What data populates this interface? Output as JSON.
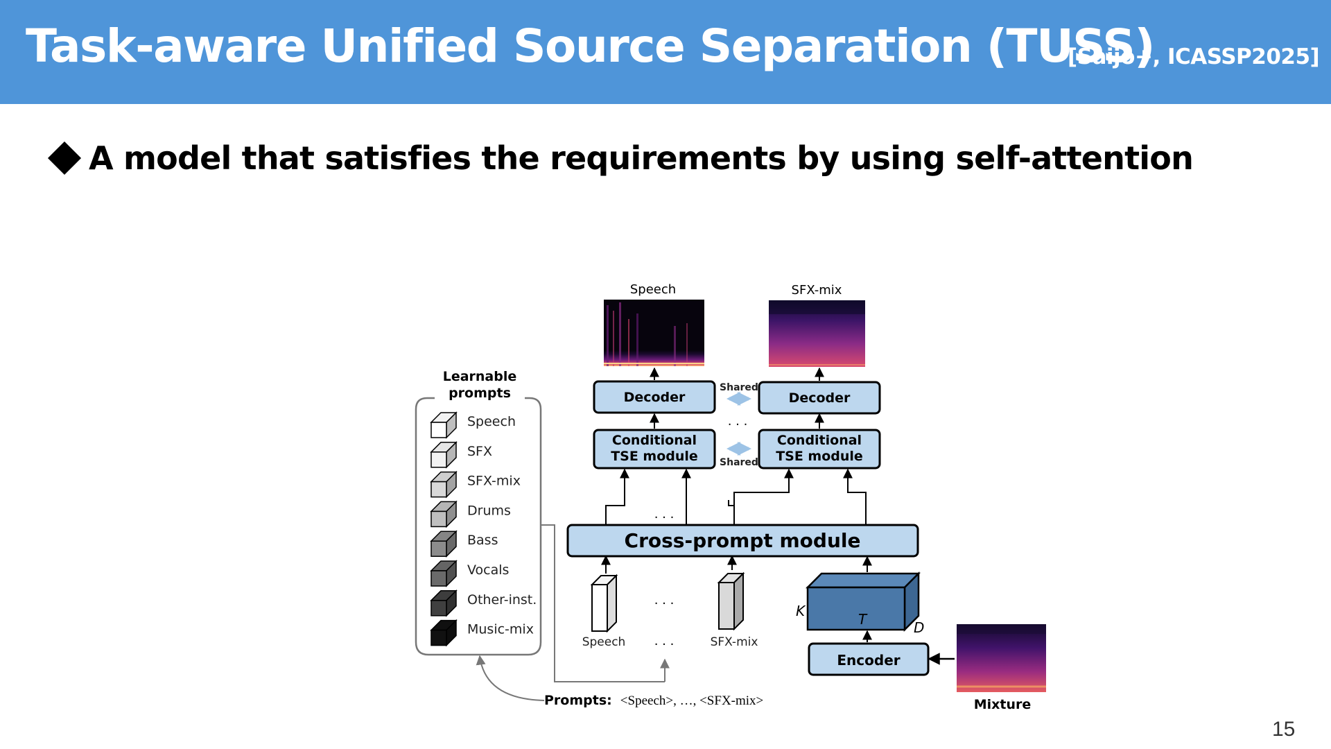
{
  "slide": {
    "title": "Task-aware Unified Source Separation (TUSS)",
    "citation": "[Saijo+, ICASSP2025]",
    "bullet": "A model that satisfies the requirements by using self-attention",
    "page_number": "15"
  },
  "diagram": {
    "learnable_prompts_title": [
      "Learnable",
      "prompts"
    ],
    "prompt_list": [
      "Speech",
      "SFX",
      "SFX-mix",
      "Drums",
      "Bass",
      "Vocals",
      "Other-inst.",
      "Music-mix"
    ],
    "prompt_shades": [
      "#ffffff",
      "#f2f2f2",
      "#d9d9d9",
      "#bfbfbf",
      "#8c8c8c",
      "#6a6a6a",
      "#404040",
      "#111111"
    ],
    "output_labels": [
      "Speech",
      "SFX-mix"
    ],
    "decoder_label": "Decoder",
    "tse_label": [
      "Conditional",
      "TSE module"
    ],
    "shared_label": "Shared",
    "cross_prompt_label": "Cross-prompt module",
    "token_labels": [
      "Speech",
      "SFX-mix"
    ],
    "ellipsis": ". . .",
    "encoder_label": "Encoder",
    "mixture_label": "Mixture",
    "tensor_axes": [
      "K",
      "T",
      "D"
    ],
    "prompts_caption_bold": "Prompts:",
    "prompts_caption_rest": "<Speech>, …, <SFX-mix>",
    "colors": {
      "header_blue": "#4f95d9",
      "module_fill": "#bdd7ee",
      "tensor_fill": "#4a78a8",
      "shared_arrow": "#9dc3e6"
    }
  }
}
